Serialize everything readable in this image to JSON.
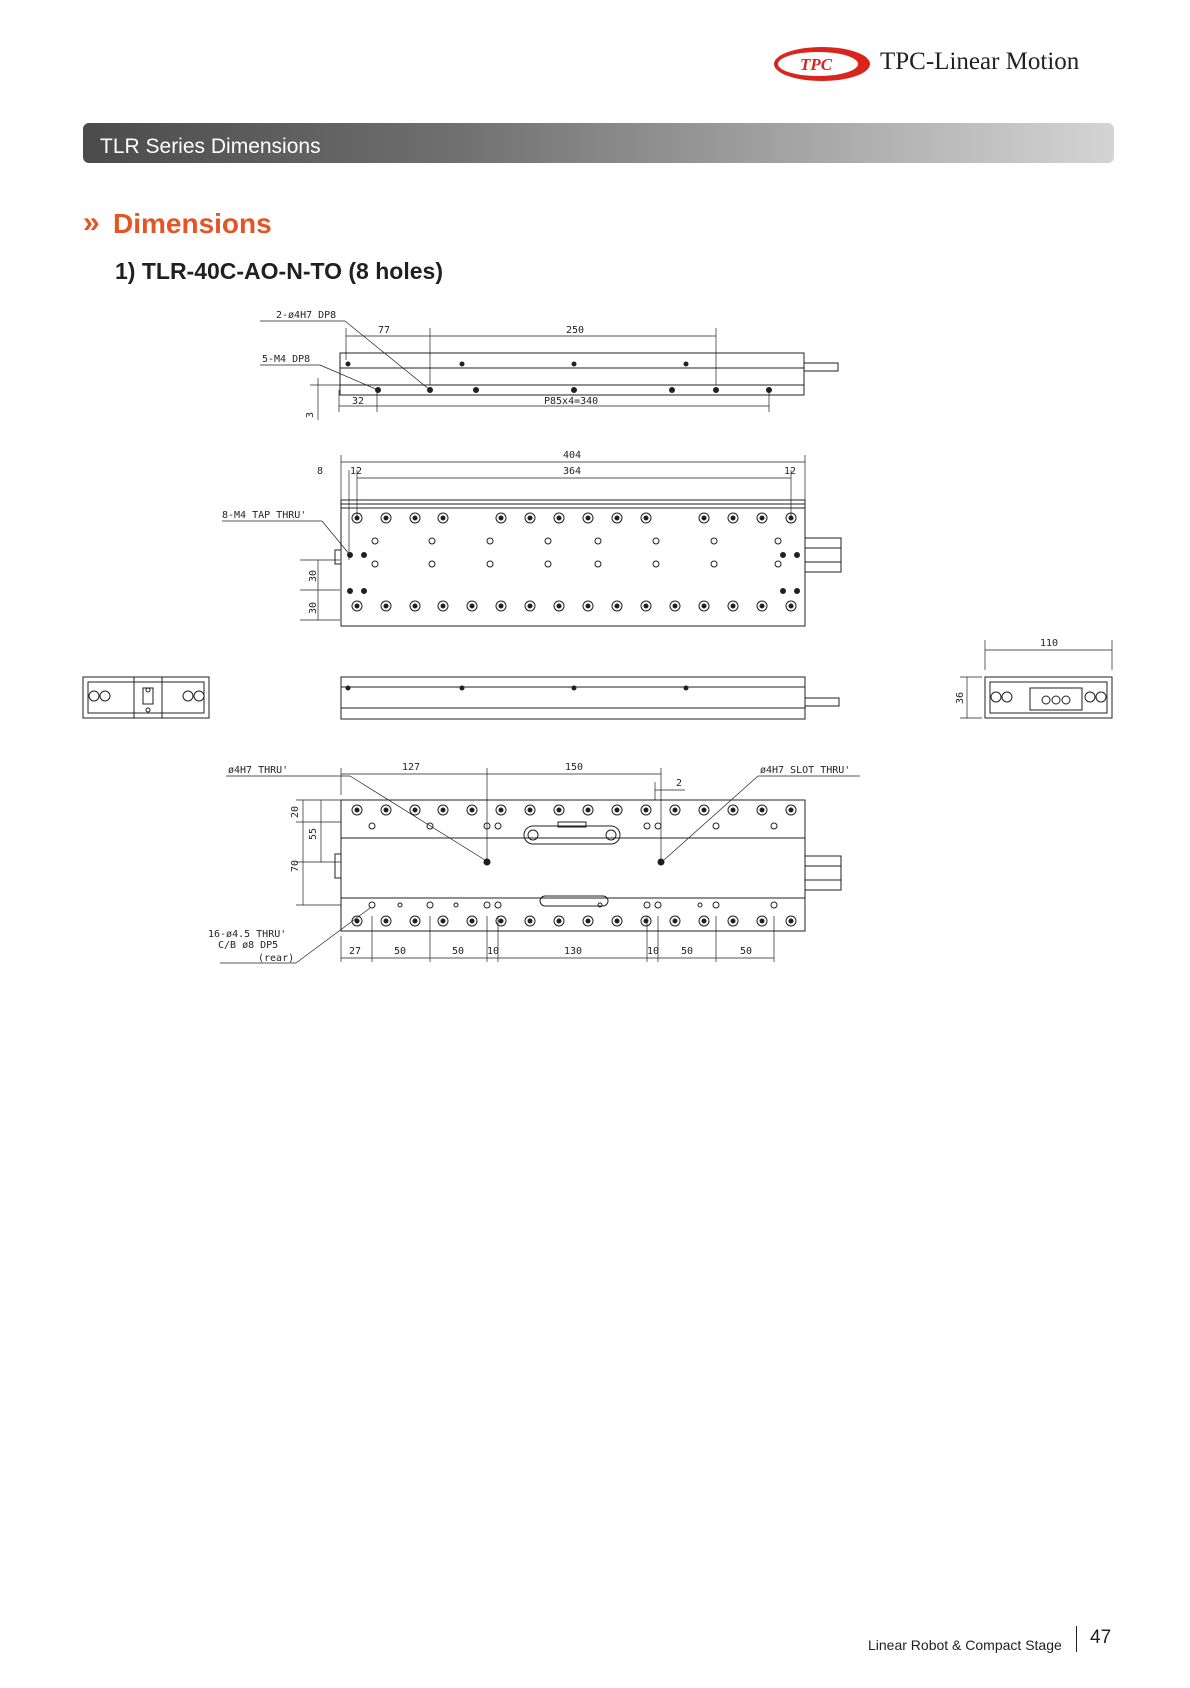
{
  "header": {
    "logo_text": "TPC",
    "brand": "TPC-Linear Motion"
  },
  "banner": {
    "title": "TLR Series Dimensions"
  },
  "section": {
    "chevron": "»",
    "title": "Dimensions",
    "subtitle": "1) TLR-40C-AO-N-TO (8 holes)"
  },
  "colors": {
    "accent": "#e45424",
    "logo_red": "#d9251d",
    "banner_dark": "#4b4b4b",
    "line": "#231f20"
  },
  "drawing": {
    "side_view": {
      "hole_note": "2-ø4H7 DP8",
      "tap_note": "5-M4 DP8",
      "dim_77": "77",
      "dim_250": "250",
      "dim_3": "3",
      "dim_32": "32",
      "pitch": "P85x4=340"
    },
    "top_view": {
      "overall": "404",
      "inner": "364",
      "edge_left": "8",
      "end_left": "12",
      "end_right": "12",
      "tap_note": "8-M4 TAP THRU'",
      "row_a": "30",
      "row_b": "30"
    },
    "end_view_right": {
      "width": "110",
      "height": "36"
    },
    "bottom_view": {
      "hole_note": "ø4H7 THRU'",
      "slot_note": "ø4H7 SLOT THRU'",
      "dim_127": "127",
      "dim_150": "150",
      "dim_2": "2",
      "v_20": "20",
      "v_55": "55",
      "v_70": "70",
      "cb_note_1": "16-ø4.5 THRU'",
      "cb_note_2": "C/B ø8 DP5",
      "cb_note_3": "(rear)",
      "b_27": "27",
      "b_50a": "50",
      "b_50b": "50",
      "b_10a": "10",
      "b_130": "130",
      "b_10b": "10",
      "b_50c": "50",
      "b_50d": "50"
    }
  },
  "footer": {
    "text": "Linear Robot & Compact Stage",
    "page": "47"
  }
}
